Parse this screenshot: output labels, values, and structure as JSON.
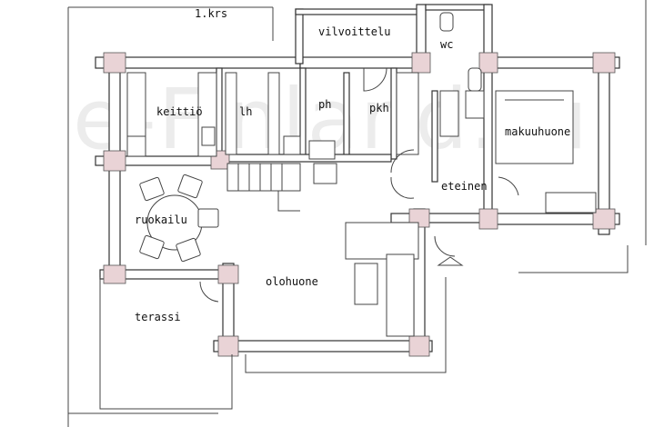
{
  "floor_label": "1.krs",
  "watermark": "e-Finland.ru",
  "rooms": {
    "vilvoittelu": "vilvoittelu",
    "wc": "wc",
    "keittio": "keittiö",
    "lh": "lh",
    "ph": "ph",
    "pkh": "pkh",
    "makuuhuone": "makuuhuone",
    "eteinen": "eteinen",
    "ruokailu": "ruokailu",
    "olohuone": "olohuone",
    "terassi": "terassi"
  },
  "colors": {
    "wall_line": "#333333",
    "wall_fill": "#ffffff",
    "log_corner": "#e9d3d6",
    "thin_line": "#444444"
  }
}
